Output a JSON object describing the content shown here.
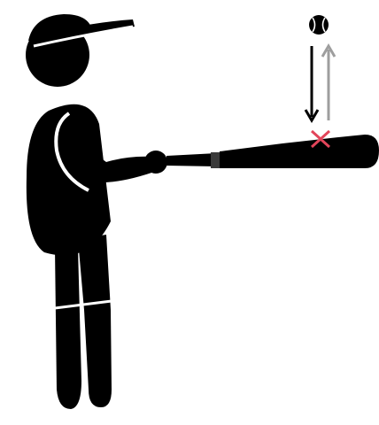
{
  "colors": {
    "background": "#ffffff",
    "figure": "#000000",
    "outline": "#ffffff",
    "arrow_incoming": "#000000",
    "arrow_outgoing": "#9e9e9e",
    "contact_mark": "#e2455a",
    "bat_grip_band": "#3a3a3a"
  },
  "icons": {
    "batter": "batter-figure",
    "bat": "baseball-bat",
    "ball": "baseball",
    "incoming": "arrow-down-icon",
    "outgoing": "arrow-up-icon",
    "contact": "x-mark-icon"
  }
}
